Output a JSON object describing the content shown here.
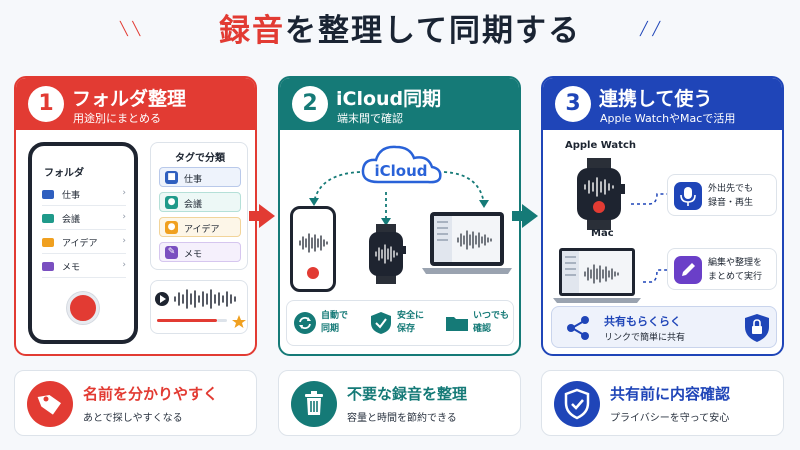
{
  "title": {
    "part1": "録音",
    "part2": "を整理して同期する"
  },
  "colors": {
    "red": "#e23b33",
    "teal": "#157a77",
    "blue": "#1f45b8",
    "navy": "#1a2433"
  },
  "panels": [
    {
      "number": "1",
      "title": "フォルダ整理",
      "subtitle": "用途別にまとめる",
      "folder_title": "フォルダ",
      "folders": [
        {
          "label": "仕事",
          "color": "#2f5fbf"
        },
        {
          "label": "会議",
          "color": "#1f9a8a"
        },
        {
          "label": "アイデア",
          "color": "#f0a020"
        },
        {
          "label": "メモ",
          "color": "#7a4fc0"
        }
      ],
      "tag_title": "タグで分類",
      "tags": [
        {
          "label": "仕事",
          "icon": "briefcase-icon"
        },
        {
          "label": "会議",
          "icon": "people-icon"
        },
        {
          "label": "アイデア",
          "icon": "lightbulb-icon"
        },
        {
          "label": "メモ",
          "icon": "pencil-icon"
        }
      ]
    },
    {
      "number": "2",
      "title": "iCloud同期",
      "subtitle": "端末間で確認",
      "cloud_label": "iCloud",
      "features": [
        {
          "label": "自動で\n同期",
          "icon": "sync-icon"
        },
        {
          "label": "安全に\n保存",
          "icon": "shield-check-icon"
        },
        {
          "label": "いつでも\n確認",
          "icon": "folder-icon"
        }
      ]
    },
    {
      "number": "3",
      "title": "連携して使う",
      "subtitle": "Apple WatchやMacで活用",
      "watch_label": "Apple Watch",
      "mac_label": "Mac",
      "info1": "外出先でも\n録音・再生",
      "info2": "編集や整理を\nまとめて実行",
      "share_title": "共有もらくらく",
      "share_sub": "リンクで簡単に共有"
    }
  ],
  "bottom": [
    {
      "title": "名前を分かりやすく",
      "sub": "あとで探しやすくなる",
      "icon": "tag-icon"
    },
    {
      "title": "不要な録音を整理",
      "sub": "容量と時間を節約できる",
      "icon": "trash-icon"
    },
    {
      "title": "共有前に内容確認",
      "sub": "プライバシーを守って安心",
      "icon": "shield-check-icon"
    }
  ]
}
